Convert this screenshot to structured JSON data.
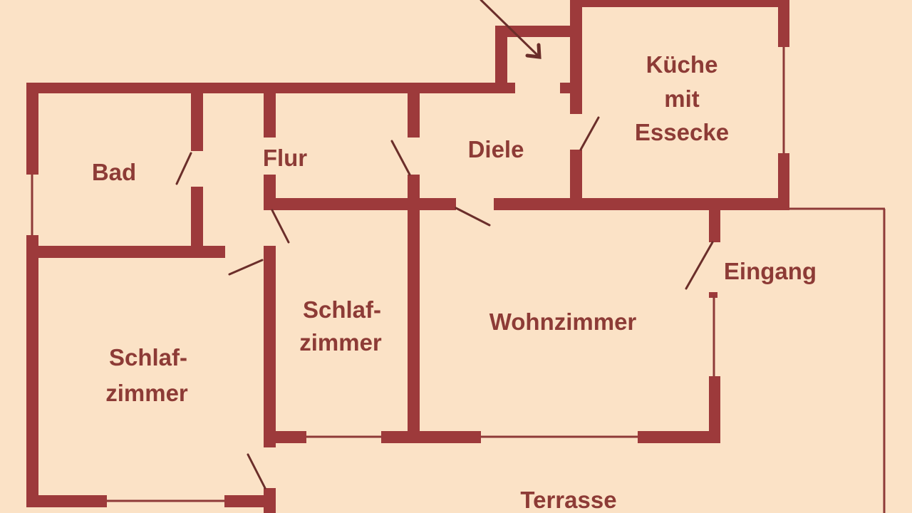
{
  "plan": {
    "colors": {
      "background": "#fbe2c6",
      "wall": "#9d3a3b",
      "text": "#8d3b36"
    },
    "rooms": {
      "bad": "Bad",
      "flur": "Flur",
      "diele": "Diele",
      "kueche": [
        "Küche",
        "mit",
        "Essecke"
      ],
      "eingang": "Eingang",
      "schlaf1": [
        "Schlaf-",
        "zimmer"
      ],
      "schlaf2": [
        "Schlaf-",
        "zimmer"
      ],
      "wohnzimmer": "Wohnzimmer",
      "terrasse": "Terrasse"
    }
  }
}
